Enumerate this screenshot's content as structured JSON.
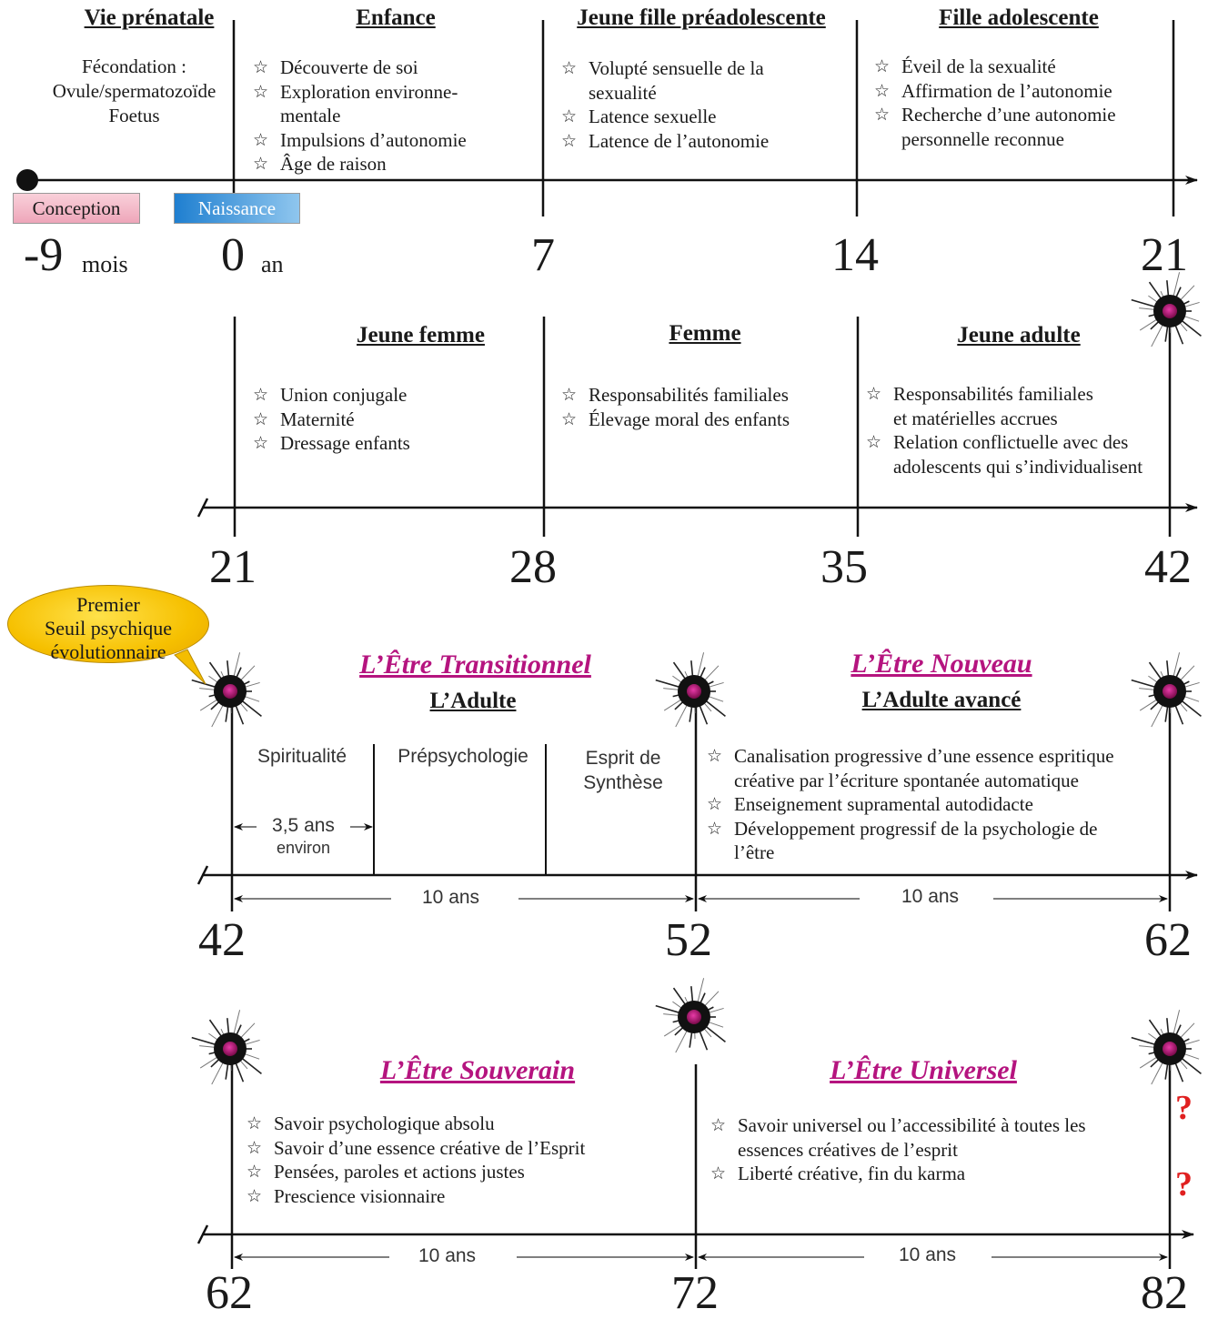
{
  "row1": {
    "stages": [
      {
        "title": "Vie prénatale",
        "items": []
      },
      {
        "title": "Enfance",
        "items": [
          "Découverte de soi",
          "Exploration environne-\nmentale",
          "Impulsions d’autonomie",
          "Âge de raison"
        ]
      },
      {
        "title": "Jeune fille préadolescente",
        "items": [
          "Volupté sensuelle de la\nsexualité",
          "Latence sexuelle",
          "Latence de l’autonomie"
        ]
      },
      {
        "title": "Fille adolescente",
        "items": [
          "Éveil de la sexualité",
          "Affirmation de l’autonomie",
          "Recherche d’une autonomie\npersonnelle reconnue"
        ]
      }
    ],
    "prenatal_lines": [
      "Fécondation :",
      "Ovule/spermatozoïde",
      "Foetus"
    ],
    "conception_label": "Conception",
    "birth_label": "Naissance",
    "ages": [
      "-9",
      "0",
      "7",
      "14",
      "21"
    ],
    "unit_months": "mois",
    "unit_year": "an"
  },
  "row2": {
    "stages": [
      {
        "title": "Jeune femme",
        "items": [
          "Union conjugale",
          "Maternité",
          "Dressage enfants"
        ]
      },
      {
        "title": "Femme",
        "items": [
          "Responsabilités familiales",
          "Élevage moral des enfants"
        ]
      },
      {
        "title": "Jeune adulte",
        "items": [
          "Responsabilités familiales\net matérielles accrues",
          "Relation conflictuelle avec des\nadolescents qui s’individualisent"
        ]
      }
    ],
    "ages": [
      "21",
      "28",
      "35",
      "42"
    ]
  },
  "row3": {
    "bubble": "Premier\nSeuil psychique\névolutionnaire",
    "left_title": "L’Être Transitionnel",
    "left_subtitle": "L’Adulte",
    "phases": [
      "Spiritualité",
      "Prépsychologie",
      "Esprit de\nSynthèse"
    ],
    "phase_duration": "3,5 ans",
    "phase_duration_note": "environ",
    "right_title": "L’Être Nouveau",
    "right_subtitle": "L’Adulte avancé",
    "right_items": [
      "Canalisation progressive d’une essence espritique\ncréative par l’écriture spontanée automatique",
      "Enseignement supramental autodidacte",
      "Développement progressif de la psychologie de\nl’être"
    ],
    "span_label": "10 ans",
    "ages": [
      "42",
      "52",
      "62"
    ]
  },
  "row4": {
    "left_title": "L’Être Souverain",
    "left_items": [
      "Savoir psychologique absolu",
      "Savoir d’une essence créative de l’Esprit",
      "Pensées, paroles et actions justes",
      "Prescience visionnaire"
    ],
    "right_title": "L’Être Universel",
    "right_items": [
      "Savoir universel ou l’accessibilité à toutes les\nessences créatives de l’esprit",
      "Liberté créative, fin du karma"
    ],
    "question_mark": "?",
    "span_label": "10 ans",
    "ages": [
      "62",
      "72",
      "82"
    ]
  },
  "colors": {
    "title_magenta": "#b5147f",
    "star_core": "#b0126e",
    "question_red": "#e02020",
    "conception_pink": "#f4b4c4",
    "birth_blue": "#2c8ed8"
  }
}
